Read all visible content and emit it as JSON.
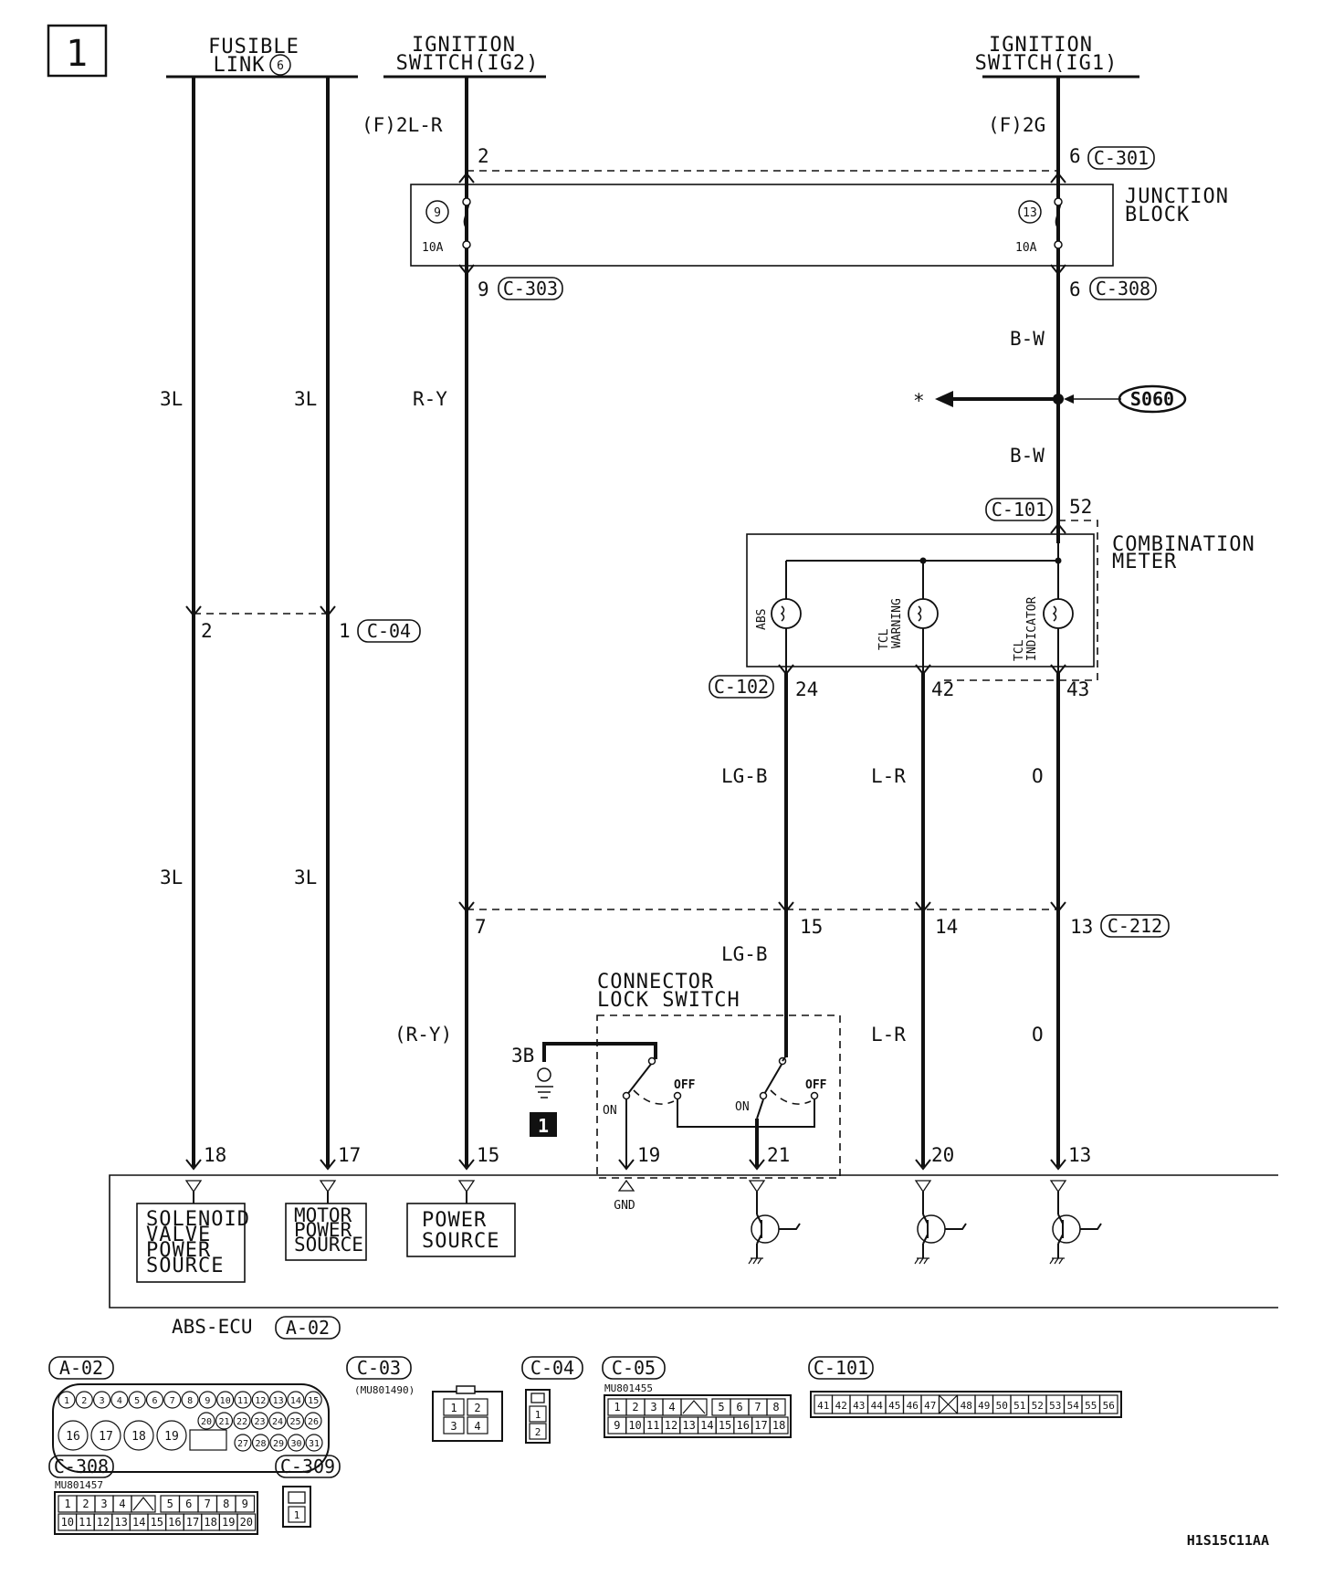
{
  "page_number": "1",
  "sources": {
    "fusible_link": [
      "FUSIBLE",
      "LINK"
    ],
    "fusible_link_num": "6",
    "ig2": [
      "IGNITION",
      "SWITCH(IG2)"
    ],
    "ig1": [
      "IGNITION",
      "SWITCH(IG1)"
    ]
  },
  "top_wires": {
    "ig2_color": "(F)2L-R",
    "ig1_color": "(F)2G",
    "ig2_pin": "2",
    "ig1_pin": "6",
    "c301": "C-301"
  },
  "junction_block": {
    "title": [
      "JUNCTION",
      "BLOCK"
    ],
    "fuse_left_num": "9",
    "fuse_right_num": "13",
    "fuse_left_rating": "10A",
    "fuse_right_rating": "10A",
    "out_left_pin": "9",
    "out_left_conn": "C-303",
    "out_right_pin": "6",
    "out_right_conn": "C-308"
  },
  "wire_colors": {
    "fusible_a": "3L",
    "fusible_b": "3L",
    "ig2_mid": "R-Y",
    "bw_top": "B-W",
    "bw_bottom": "B-W",
    "splice": "S060",
    "branch_mark": "*",
    "lgb": "LG-B",
    "lr": "L-R",
    "o": "O",
    "fusible_a_low": "3L",
    "fusible_b_low": "3L",
    "lgb_low": "LG-B",
    "ry_low": "(R-Y)",
    "lr_low": "L-R",
    "o_low": "O"
  },
  "c04": {
    "pin_a": "2",
    "pin_b": "1",
    "name": "C-04"
  },
  "combination_meter": {
    "title": [
      "COMBINATION",
      "METER"
    ],
    "in_conn": "C-101",
    "in_pin": "52",
    "lamps": [
      {
        "label": [
          "ABS"
        ]
      },
      {
        "label": [
          "TCL",
          "WARNING"
        ]
      },
      {
        "label": [
          "TCL",
          "INDICATOR"
        ]
      }
    ],
    "out_conn": "C-102",
    "out_pins": [
      "24",
      "42",
      "43"
    ]
  },
  "c212": {
    "pins": [
      "7",
      "15",
      "14",
      "13"
    ],
    "name": "C-212"
  },
  "lock_switch": {
    "title": [
      "CONNECTOR",
      "LOCK SWITCH"
    ],
    "ground_wire": "3B",
    "ground_num": "1",
    "on_label": "ON",
    "off_label": "OFF"
  },
  "ecu": {
    "pins": [
      "18",
      "17",
      "15",
      "19",
      "21",
      "20",
      "13"
    ],
    "gnd_label": "GND",
    "boxes": [
      [
        "SOLENOID",
        "VALVE",
        "POWER",
        "SOURCE"
      ],
      [
        "MOTOR",
        "POWER",
        "SOURCE"
      ],
      [
        "POWER",
        "SOURCE"
      ]
    ],
    "name": "ABS-ECU",
    "conn": "A-02"
  },
  "connector_views": {
    "a02": {
      "name": "A-02",
      "row1": [
        "1",
        "2",
        "3",
        "4",
        "5",
        "6",
        "7",
        "8",
        "9",
        "10",
        "11",
        "12",
        "13",
        "14",
        "15"
      ],
      "row2a": [
        "16",
        "17",
        "18",
        "19"
      ],
      "row2b": [
        "20",
        "21",
        "22",
        "23",
        "24",
        "25",
        "26"
      ],
      "row3": [
        "27",
        "28",
        "29",
        "30",
        "31"
      ]
    },
    "c03": {
      "name": "C-03",
      "part": "(MU801490)",
      "pins": [
        "1",
        "2",
        "3",
        "4"
      ]
    },
    "c04": {
      "name": "C-04",
      "pins": [
        "1",
        "2"
      ]
    },
    "c05": {
      "name": "C-05",
      "part": "MU801455",
      "row1": [
        "1",
        "2",
        "3",
        "4",
        "5",
        "6",
        "7",
        "8"
      ],
      "row2": [
        "9",
        "10",
        "11",
        "12",
        "13",
        "14",
        "15",
        "16",
        "17",
        "18"
      ]
    },
    "c101": {
      "name": "C-101",
      "pins": [
        "41",
        "42",
        "43",
        "44",
        "45",
        "46",
        "47",
        "48",
        "49",
        "50",
        "51",
        "52",
        "53",
        "54",
        "55",
        "56"
      ]
    },
    "c308": {
      "name": "C-308",
      "part": "MU801457",
      "row1": [
        "1",
        "2",
        "3",
        "4",
        "5",
        "6",
        "7",
        "8",
        "9"
      ],
      "row2": [
        "10",
        "11",
        "12",
        "13",
        "14",
        "15",
        "16",
        "17",
        "18",
        "19",
        "20"
      ]
    },
    "c309": {
      "name": "C-309",
      "pins": [
        "1"
      ]
    }
  },
  "footer_code": "H1S15C11AA"
}
